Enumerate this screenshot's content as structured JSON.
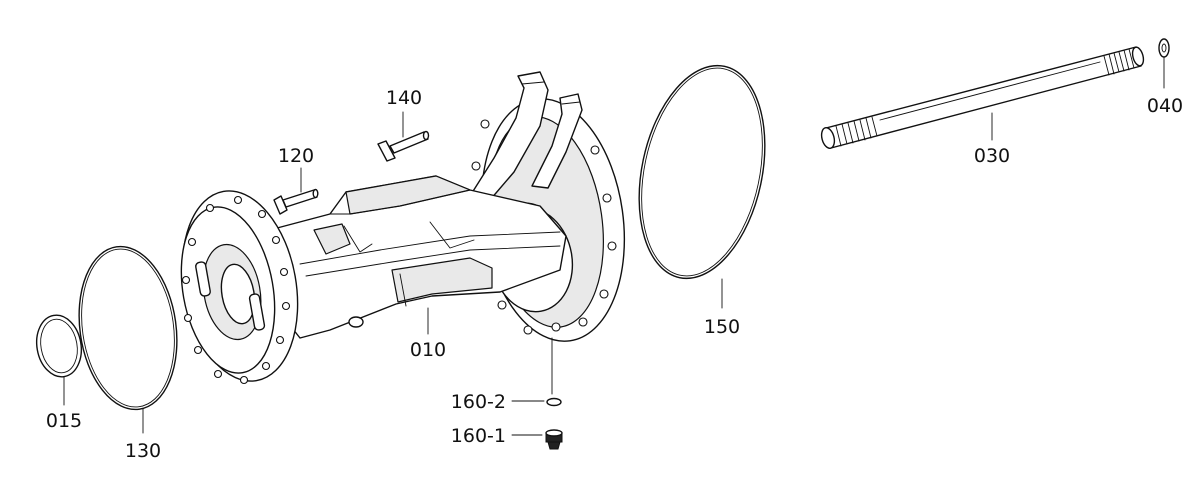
{
  "labels": {
    "p015": "015",
    "p130": "130",
    "p120": "120",
    "p140": "140",
    "p010": "010",
    "p150": "150",
    "p030": "030",
    "p040": "040",
    "p160_2": "160-2",
    "p160_1": "160-1"
  }
}
